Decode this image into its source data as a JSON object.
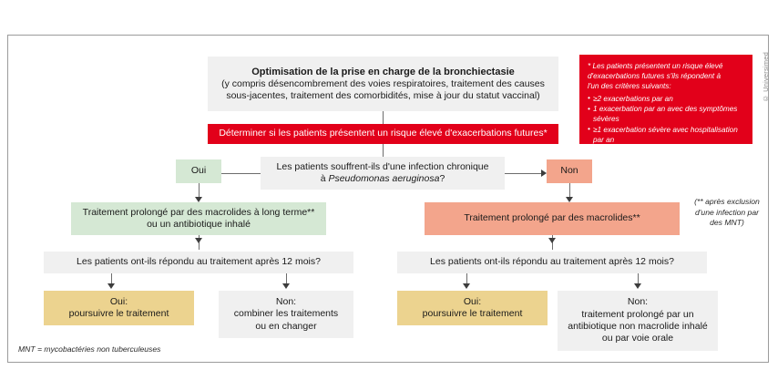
{
  "figure": {
    "copyright": "© Universimed"
  },
  "nodes": {
    "optimisation": {
      "title": "Optimisation de la prise en charge de la bronchiectasie",
      "sub_line1": "(y compris désencombrement des voies respiratoires, traitement des causes",
      "sub_line2": "sous-jacentes, traitement des comorbidités, mise à jour du statut vaccinal)"
    },
    "determiner": {
      "label": "Déterminer si les patients présentent un risque élevé d'exacerbations futures*"
    },
    "criteria_panel": {
      "intro_line1": "* Les patients présentent un risque élevé",
      "intro_line2": "d'exacerbations futures s'ils répondent à",
      "intro_line3": "l'un des critères suivants:",
      "items": [
        "≥2 exacerbations par an",
        "1 exacerbation par an avec des symptômes sévères",
        "≥1 exacerbation sévère avec hospitalisation par an"
      ]
    },
    "pseudomonas_question": {
      "line1": "Les patients souffrent-ils d'une infection chronique",
      "line2_prefix": "à ",
      "line2_italic": "Pseudomonas aeruginosa",
      "line2_suffix": "?"
    },
    "oui_branch": {
      "label": "Oui"
    },
    "non_branch": {
      "label": "Non"
    },
    "treatment_left": {
      "line1": "Traitement prolongé par des macrolides à long terme**",
      "line2": "ou un antibiotique inhalé"
    },
    "treatment_right": {
      "label": "Traitement prolongé par des macrolides**"
    },
    "note_right": {
      "line1": "(** après exclusion",
      "line2": "d'une infection par",
      "line3": "des MNT)"
    },
    "response_question_left": {
      "label": "Les patients ont-ils répondu au traitement après 12 mois?"
    },
    "response_question_right": {
      "label": "Les patients ont-ils répondu au traitement après 12 mois?"
    },
    "outcome_left_yes": {
      "line1": "Oui:",
      "line2": "poursuivre le traitement"
    },
    "outcome_left_no": {
      "line1": "Non:",
      "line2": "combiner les traitements",
      "line3": "ou en changer"
    },
    "outcome_right_yes": {
      "line1": "Oui:",
      "line2": "poursuivre le traitement"
    },
    "outcome_right_no": {
      "line1": "Non:",
      "line2": "traitement prolongé par un",
      "line3": "antibiotique non macrolide inhalé",
      "line4": "ou par voie orale"
    },
    "legend": {
      "text": "MNT = mycobactéries non tuberculeuses"
    }
  },
  "colors": {
    "accent_red": "#e2001a",
    "grey_box": "#f0f0f0",
    "green_box": "#d5e8d4",
    "salmon_box": "#f3a58c",
    "gold_box": "#ecd38f",
    "connector": "#6d6d6d"
  }
}
